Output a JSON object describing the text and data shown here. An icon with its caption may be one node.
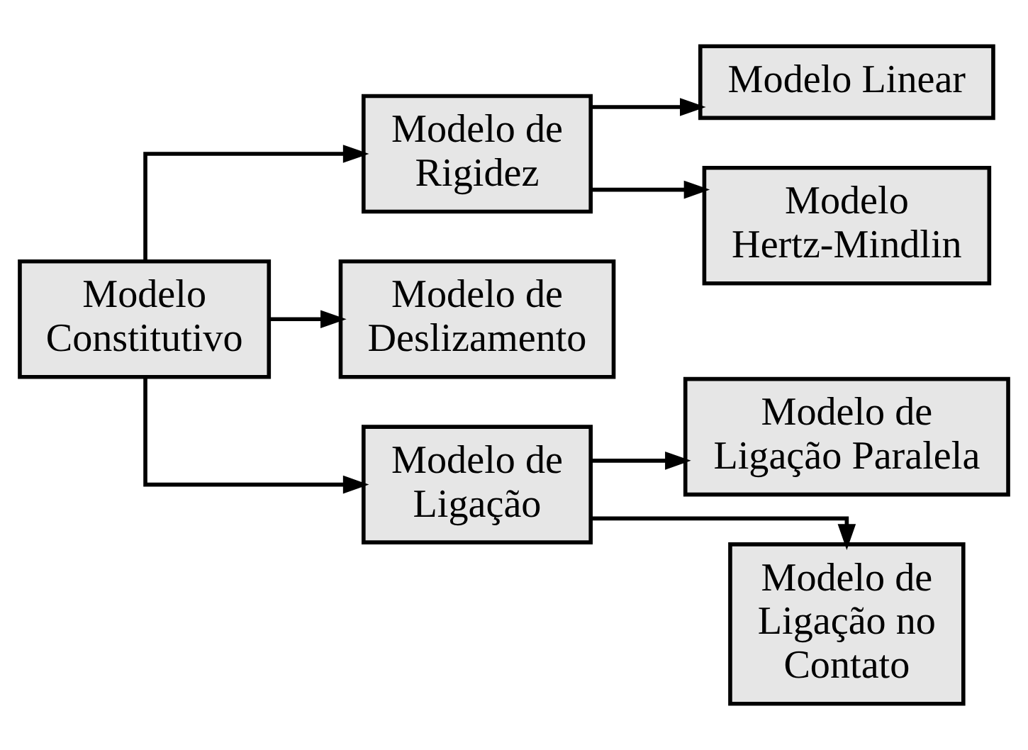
{
  "diagram": {
    "nodes": [
      {
        "text": [
          "Modelo Constitutivo"
        ]
      },
      {
        "text": [
          "Modelo de Rigidez"
        ]
      },
      {
        "text": [
          "Modelo Linear"
        ]
      },
      {
        "text": [
          "Modelo Hertz-Mindlin"
        ]
      },
      {
        "text": [
          "Modelo de Deslizamento"
        ]
      },
      {
        "text": [
          "Modelo de Ligação"
        ]
      },
      {
        "text": [
          "Modelo de Ligação Paralela"
        ]
      },
      {
        "text": [
          "Modelo de Ligação no Contato"
        ]
      }
    ],
    "edges": [
      {
        "from": 0,
        "to": 1,
        "arrow": "to"
      },
      {
        "from": 0,
        "to": 4,
        "arrow": "to"
      },
      {
        "from": 0,
        "to": 5,
        "arrow": "to"
      },
      {
        "from": 1,
        "to": 2,
        "arrow": "to"
      },
      {
        "from": 1,
        "to": 3,
        "arrow": "to"
      },
      {
        "from": 5,
        "to": 6,
        "arrow": "to"
      },
      {
        "from": 5,
        "to": 7,
        "arrow": "to"
      }
    ]
  }
}
